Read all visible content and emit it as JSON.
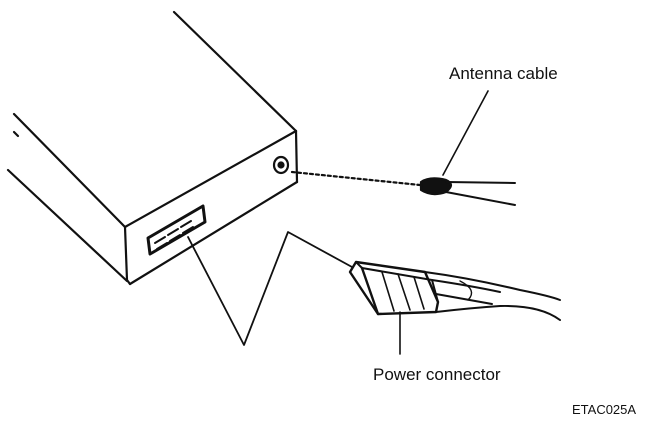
{
  "labels": {
    "antenna_cable": "Antenna cable",
    "power_connector": "Power connector",
    "figure_id": "ETAC025A"
  },
  "colors": {
    "line": "#111111",
    "background": "#ffffff"
  }
}
